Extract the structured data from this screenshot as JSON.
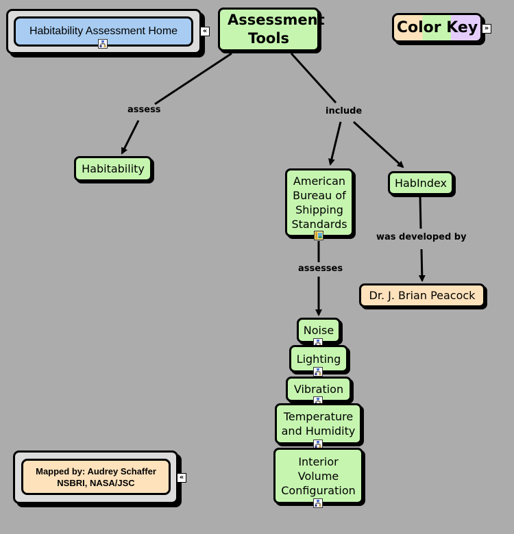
{
  "home_link": {
    "label": "Habitability Assessment Home",
    "toggle_icon": "collapse-left-icon",
    "resource_icon": "concept-map-icon",
    "color": "#a9cdf2"
  },
  "color_key": {
    "label": "Color Key",
    "toggle_icon": "expand-right-icon",
    "colors": [
      "#fde2bc",
      "#c6f5b0",
      "#e4cdfa"
    ]
  },
  "credits": {
    "line1": "Mapped by: Audrey Schaffer",
    "line2": "NSBRI, NASA/JSC",
    "toggle_icon": "collapse-left-icon",
    "color": "#fde2bc"
  },
  "concepts": {
    "assessment_tools": "Assessment Tools",
    "habitability": "Habitability",
    "abs": "American Bureau of Shipping Standards",
    "habindex": "HabIndex",
    "peacock": "Dr. J. Brian Peacock",
    "noise": "Noise",
    "lighting": "Lighting",
    "vibration": "Vibration",
    "temperature": "Temperature and Humidity",
    "interior": "Interior Volume Configuration"
  },
  "link_phrases": {
    "assess": "assess",
    "include": "include",
    "assesses": "assesses",
    "was_developed_by": "was developed by"
  },
  "node_colors": {
    "concept": "#c6f5b0",
    "person": "#fde2bc",
    "background": "#acacac"
  }
}
